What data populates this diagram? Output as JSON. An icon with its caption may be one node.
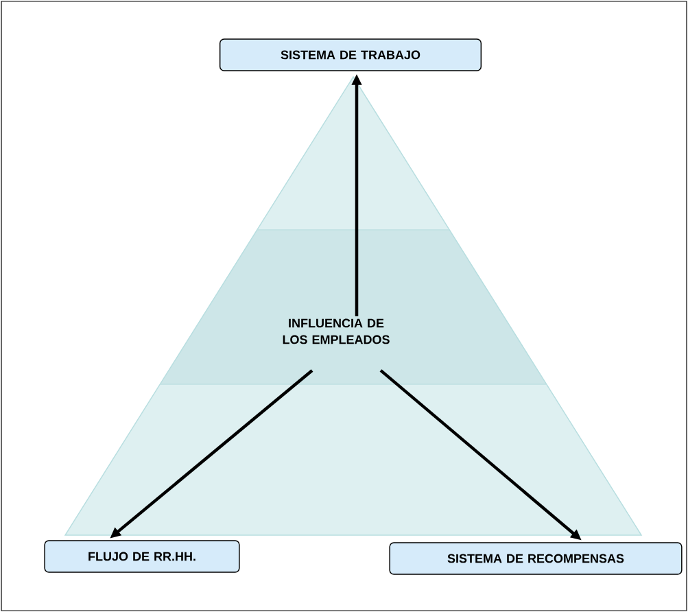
{
  "diagram": {
    "nodes": [
      {
        "text": [
          "SISTEMA DE TRABAJO"
        ]
      },
      {
        "text": [
          "INFLUENCIA DE LOS EMPLEADOS"
        ]
      },
      {
        "text": [
          "FLUJO DE RR.HH."
        ]
      },
      {
        "text": [
          "SISTEMA DE RECOMPENSAS"
        ]
      }
    ],
    "edges": [
      {
        "from": 1,
        "to": 0,
        "arrow": "to"
      },
      {
        "from": 1,
        "to": 2,
        "arrow": "to"
      },
      {
        "from": 1,
        "to": 3,
        "arrow": "to"
      }
    ]
  }
}
